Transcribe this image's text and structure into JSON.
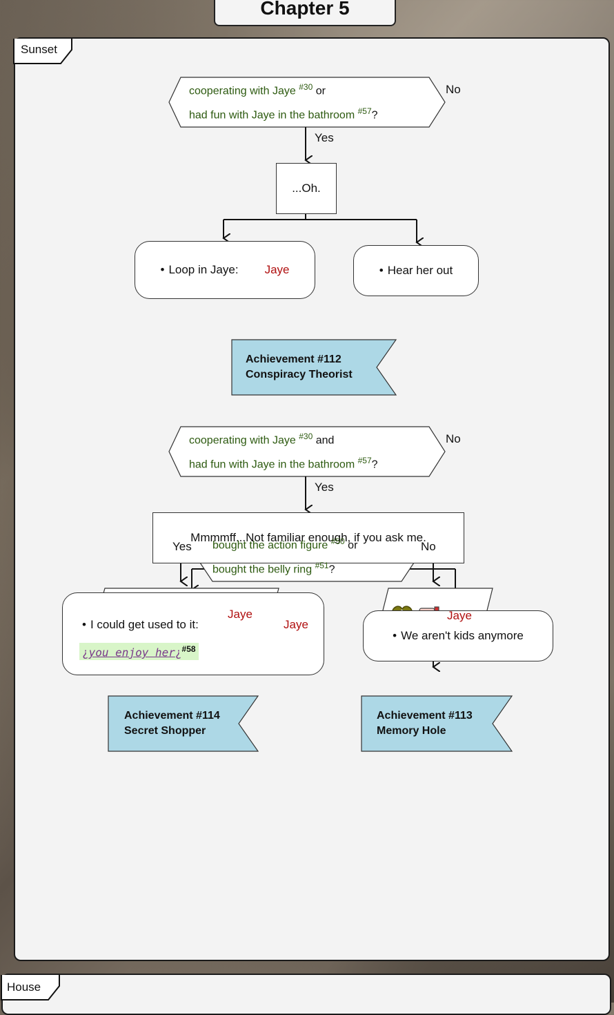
{
  "chapter_title": "Chapter 5",
  "sections": {
    "sunset": "Sunset",
    "house": "House"
  },
  "labels": {
    "yes": "Yes",
    "no": "No"
  },
  "cond1": {
    "line1": "cooperating with Jaye",
    "ref1": "#30",
    "join": "or",
    "line2": "had fun with Jaye in the bathroom",
    "ref2": "#57",
    "q": "?"
  },
  "oh": "...Oh.",
  "choice_loop": "Loop in Jaye:",
  "choice_hear": "Hear her out",
  "jaye": "Jaye",
  "ach112": {
    "line1": "Achievement #112",
    "line2": "Conspiracy Theorist"
  },
  "cond2": {
    "line1": "cooperating with Jaye",
    "ref1": "#30",
    "join": "and",
    "line2": "had fun with Jaye in the bathroom",
    "ref2": "#57",
    "q": "?"
  },
  "mmm": "Mmmmff...Not familiar enough, if you ask me.",
  "choice_used": "I could get used to it:",
  "choice_kids": "We aren't kids anymore",
  "hint": {
    "open": "¿",
    "text": "you enjoy her",
    "close": "¿",
    "ref": "#58"
  },
  "cond3": {
    "line1": "bought the action figure",
    "ref1": "#50",
    "join": "or",
    "line2": "bought the belly ring",
    "ref2": "#51",
    "q": "?"
  },
  "ach114": {
    "line1": "Achievement #114",
    "line2": "Secret Shopper"
  },
  "ach113": {
    "line1": "Achievement #113",
    "line2": "Memory Hole"
  },
  "colors": {
    "achievement_fill": "#add8e6",
    "condition_text": "#2d5a10",
    "name_red": "#b01010",
    "heart": "#e83a3a",
    "broken_heart": "#7d7a12",
    "hint_bg": "#d8f5c8"
  },
  "icons": [
    "thumbs-up-icon",
    "thumbs-down-icon",
    "heart-icon",
    "broken-heart-icon"
  ]
}
